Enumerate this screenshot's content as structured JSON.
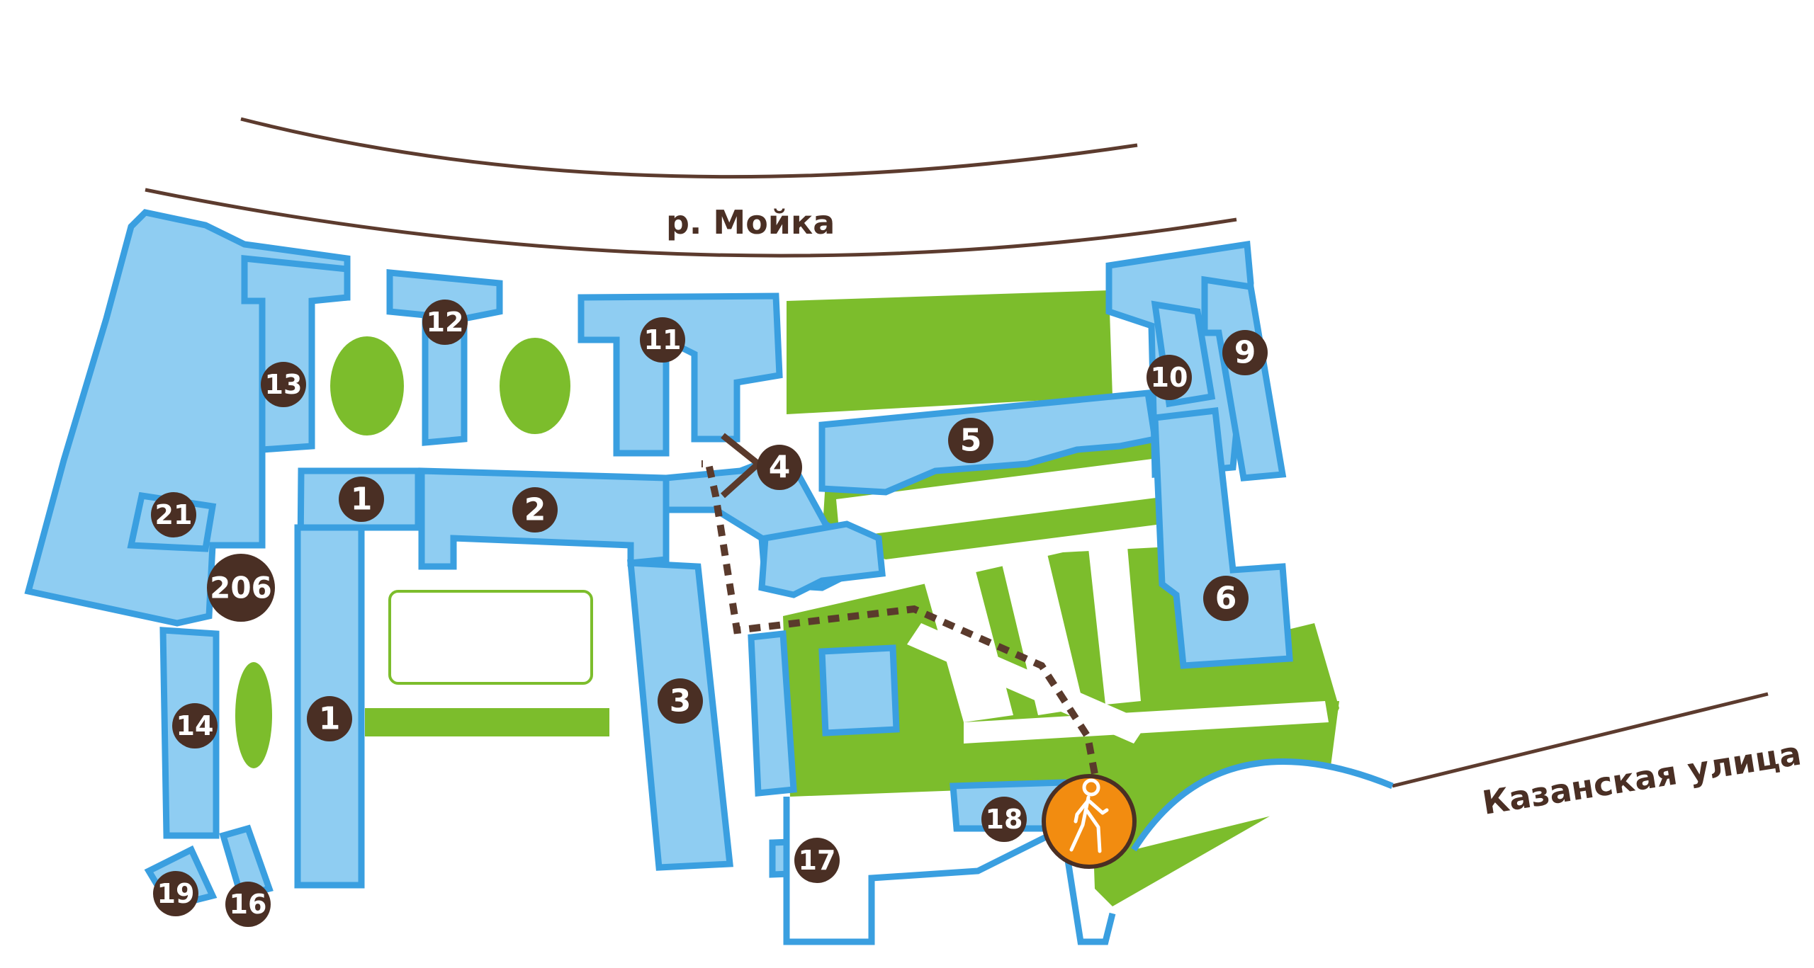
{
  "streets": {
    "moika": "р. Мойка",
    "kazanskaya": "Казанская улица"
  },
  "buildings": [
    "1",
    "1",
    "2",
    "3",
    "4",
    "5",
    "6",
    "9",
    "10",
    "11",
    "12",
    "13",
    "14",
    "16",
    "17",
    "18",
    "19",
    "21",
    "206"
  ],
  "icons": {
    "entrance": "walking-person-icon",
    "route_arrow": "chevron-right-icon"
  },
  "colors": {
    "building_fill": "#8fcdf2",
    "building_outline": "#3a9fe0",
    "lawn": "#7cbd2c",
    "label_circle": "#4a2f24",
    "entrance_marker": "#f28c10",
    "route": "#5a3a2c"
  }
}
